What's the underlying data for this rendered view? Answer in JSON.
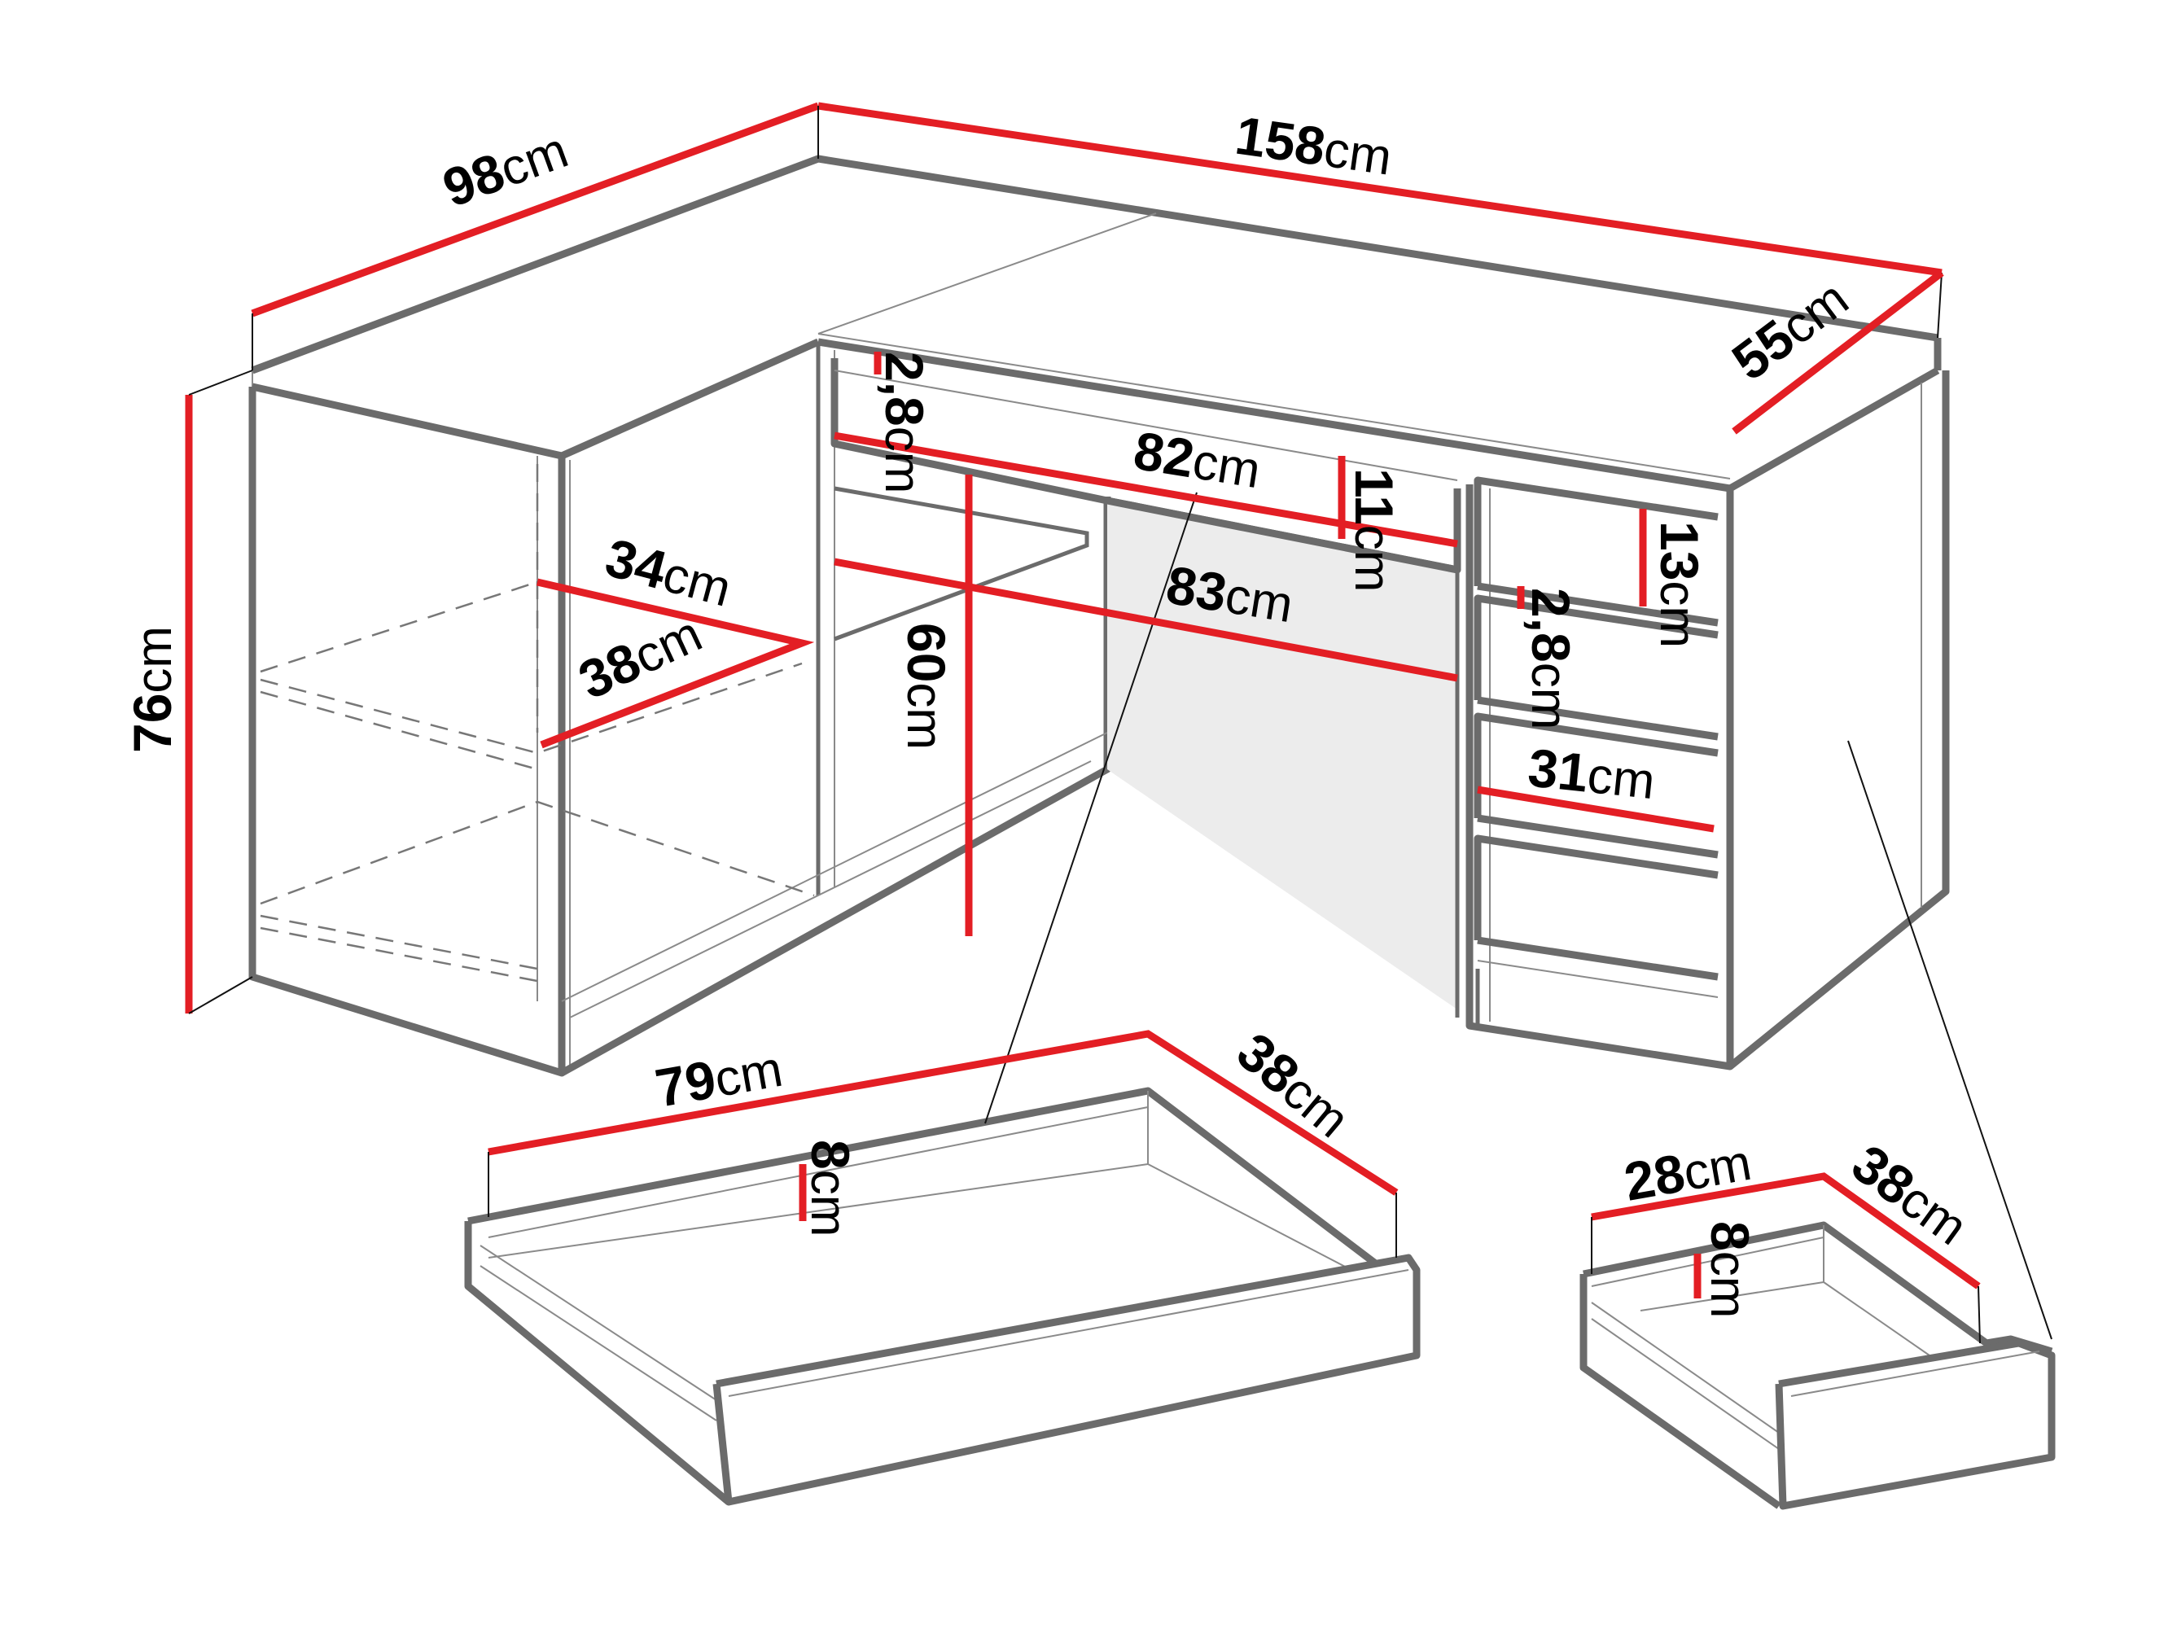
{
  "diagram": {
    "subject": "L-shaped corner desk with drawers",
    "accent_color": "#e31e24",
    "outline_color": "#6b6b6b",
    "unit": "cm",
    "dimensions": {
      "total_width": {
        "value": "158",
        "unit": "cm"
      },
      "side_depth": {
        "value": "98",
        "unit": "cm"
      },
      "top_depth": {
        "value": "55",
        "unit": "cm"
      },
      "height": {
        "value": "76",
        "unit": "cm"
      },
      "top_drawer_gap": {
        "value": "2,8",
        "unit": "cm"
      },
      "knee_drawer_width": {
        "value": "82",
        "unit": "cm"
      },
      "knee_drawer_height": {
        "value": "11",
        "unit": "cm"
      },
      "knee_space_width": {
        "value": "83",
        "unit": "cm"
      },
      "knee_space_height": {
        "value": "60",
        "unit": "cm"
      },
      "shelf_depth": {
        "value": "34",
        "unit": "cm"
      },
      "shelf_width": {
        "value": "38",
        "unit": "cm"
      },
      "pedestal_drawer_height": {
        "value": "13",
        "unit": "cm"
      },
      "pedestal_drawer_gap": {
        "value": "2,8",
        "unit": "cm"
      },
      "pedestal_width": {
        "value": "31",
        "unit": "cm"
      }
    },
    "large_drawer": {
      "width": {
        "value": "79",
        "unit": "cm"
      },
      "depth": {
        "value": "38",
        "unit": "cm"
      },
      "height": {
        "value": "8",
        "unit": "cm"
      }
    },
    "small_drawer": {
      "width": {
        "value": "28",
        "unit": "cm"
      },
      "depth": {
        "value": "38",
        "unit": "cm"
      },
      "height": {
        "value": "8",
        "unit": "cm"
      }
    }
  }
}
